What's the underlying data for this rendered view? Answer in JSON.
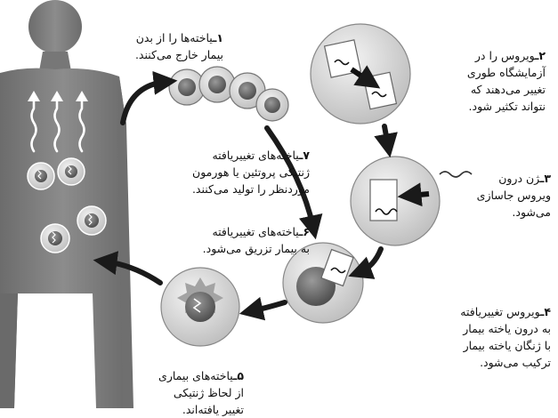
{
  "steps": [
    {
      "num": "۱ـ",
      "text": "یاخته‌ها را از بدن\nبیمار خارج می‌کنند."
    },
    {
      "num": "۲ـ",
      "text": "ویروس را در\nآزمایشگاه طوری\nتغییر می‌دهند که\nنتواند تکثیر شود."
    },
    {
      "num": "۳ـ",
      "text": "ژن درون\nویروس جاسازی\nمی‌شود."
    },
    {
      "num": "۴ـ",
      "text": "ویروس تغییریافته\nبه درون یاخته بیمار\nبا ژنگان یاخته بیمار\nترکیب می‌شود."
    },
    {
      "num": "۵ـ",
      "text": "یاخته‌های بیماری\nاز لحاظ ژنتیکی\nتغییر یافته‌اند."
    },
    {
      "num": "۶ـ",
      "text": "یاخته‌های تغییریافته\nبه بیمار تزریق می‌شود."
    },
    {
      "num": "۷ـ",
      "text": "یاخته‌های تغییریافته\nژنتیکی پروتئین یا هورمون\nموردنظر را تولید می‌کنند."
    }
  ],
  "colors": {
    "body": "#7d7d7d",
    "cell": "#c9c9c9",
    "arrow": "#1a1a1a"
  }
}
